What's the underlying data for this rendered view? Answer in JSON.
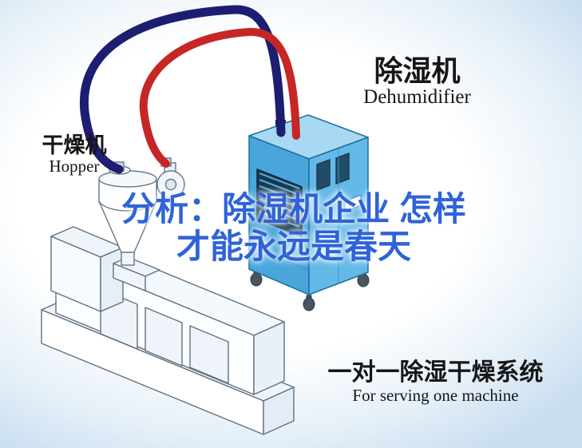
{
  "labels": {
    "dehumidifier": {
      "zh": "除湿机",
      "en": "Dehumidifier"
    },
    "hopper": {
      "zh": "干燥机",
      "en": "Hopper"
    },
    "headline": {
      "line1": "分析：除湿机企业 怎样",
      "line2": "才能永远是春天"
    },
    "system": {
      "zh": "一对一除湿干燥系统",
      "en": "For serving one machine"
    }
  },
  "colors": {
    "headline_blue": "#2f63d8",
    "background_edge": "#c9def0",
    "text_black": "#161616"
  },
  "illustration": {
    "pipe_navy_color": "#1d1d72",
    "pipe_red_color": "#c62626",
    "dehumidifier_top_face": "#a8d8f2",
    "dehumidifier_left_face": "#4aa6da",
    "dehumidifier_right_face": "#63b9e8",
    "vent_panel_color": "#16384f",
    "line_art_stroke": "#60727f"
  }
}
